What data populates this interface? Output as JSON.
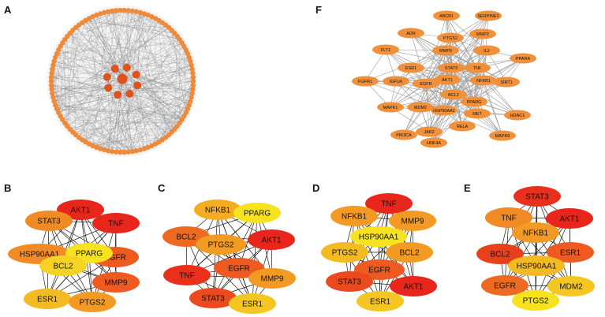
{
  "panels": {
    "A": {
      "label": "A"
    },
    "B": {
      "label": "B",
      "nodes": [
        {
          "name": "AKT1",
          "color": "#e8261c"
        },
        {
          "name": "TNF",
          "color": "#e8261c"
        },
        {
          "name": "STAT3",
          "color": "#f08a24"
        },
        {
          "name": "EGFR",
          "color": "#ee5a1f"
        },
        {
          "name": "HSP90AA1",
          "color": "#f28a25"
        },
        {
          "name": "PPARG",
          "color": "#f6e21f"
        },
        {
          "name": "BCL2",
          "color": "#f5d224"
        },
        {
          "name": "MMP9",
          "color": "#ee5a1f"
        },
        {
          "name": "ESR1",
          "color": "#f4ba22"
        },
        {
          "name": "PTGS2",
          "color": "#f29a23"
        }
      ]
    },
    "C": {
      "label": "C",
      "nodes": [
        {
          "name": "NFKB1",
          "color": "#f4ac21"
        },
        {
          "name": "PPARG",
          "color": "#f6e21f"
        },
        {
          "name": "BCL2",
          "color": "#ee6a20"
        },
        {
          "name": "PTGS2",
          "color": "#f39a22"
        },
        {
          "name": "AKT1",
          "color": "#e8261c"
        },
        {
          "name": "TNF",
          "color": "#e8301d"
        },
        {
          "name": "EGFR",
          "color": "#ee5a1f"
        },
        {
          "name": "MMP9",
          "color": "#f29a23"
        },
        {
          "name": "STAT3",
          "color": "#ea4a1e"
        },
        {
          "name": "ESR1",
          "color": "#f5c622"
        }
      ]
    },
    "D": {
      "label": "D",
      "nodes": [
        {
          "name": "TNF",
          "color": "#e8261c"
        },
        {
          "name": "NFKB1",
          "color": "#f29a23"
        },
        {
          "name": "MMP9",
          "color": "#f29a23"
        },
        {
          "name": "HSP90AA1",
          "color": "#f6e21f"
        },
        {
          "name": "PTGS2",
          "color": "#f4ba22"
        },
        {
          "name": "BCL2",
          "color": "#f29a23"
        },
        {
          "name": "EGFR",
          "color": "#ee5a1f"
        },
        {
          "name": "STAT3",
          "color": "#ea4a1e"
        },
        {
          "name": "AKT1",
          "color": "#e8261c"
        },
        {
          "name": "ESR1",
          "color": "#f5c622"
        }
      ]
    },
    "E": {
      "label": "E",
      "nodes": [
        {
          "name": "STAT3",
          "color": "#e8301d"
        },
        {
          "name": "TNF",
          "color": "#f08a24"
        },
        {
          "name": "AKT1",
          "color": "#e8261c"
        },
        {
          "name": "NFKB1",
          "color": "#f29a23"
        },
        {
          "name": "BCL2",
          "color": "#e8401d"
        },
        {
          "name": "ESR1",
          "color": "#ee5a1f"
        },
        {
          "name": "HSP90AA1",
          "color": "#f4ba22"
        },
        {
          "name": "EGFR",
          "color": "#ee6a20"
        },
        {
          "name": "MDM2",
          "color": "#f5c622"
        },
        {
          "name": "PTGS2",
          "color": "#f6e21f"
        }
      ]
    },
    "F": {
      "label": "F",
      "nodes": [
        "ABCB1",
        "SERPINE1",
        "ADR",
        "PTGS2",
        "MMP2",
        "MMP9",
        "IL2",
        "FLT1",
        "PPARA",
        "ESR1",
        "STAT3",
        "TNF",
        "AKT1",
        "NFKB1",
        "SIRT1",
        "FGFR1",
        "IGF1R",
        "EGFR",
        "BCL2",
        "PPARG",
        "MAPK1",
        "MDM2",
        "HSP90AA1",
        "MET",
        "HDAC1",
        "PIK3CA",
        "JAK2",
        "RELA",
        "MAPK8",
        "HNF4A"
      ],
      "node_color": "#f0903a"
    }
  },
  "colors": {
    "edge": "#1a1a1a",
    "network_edge": "#9a9a9a",
    "hub": "#e0521c",
    "ring": "#ef8a3a"
  }
}
